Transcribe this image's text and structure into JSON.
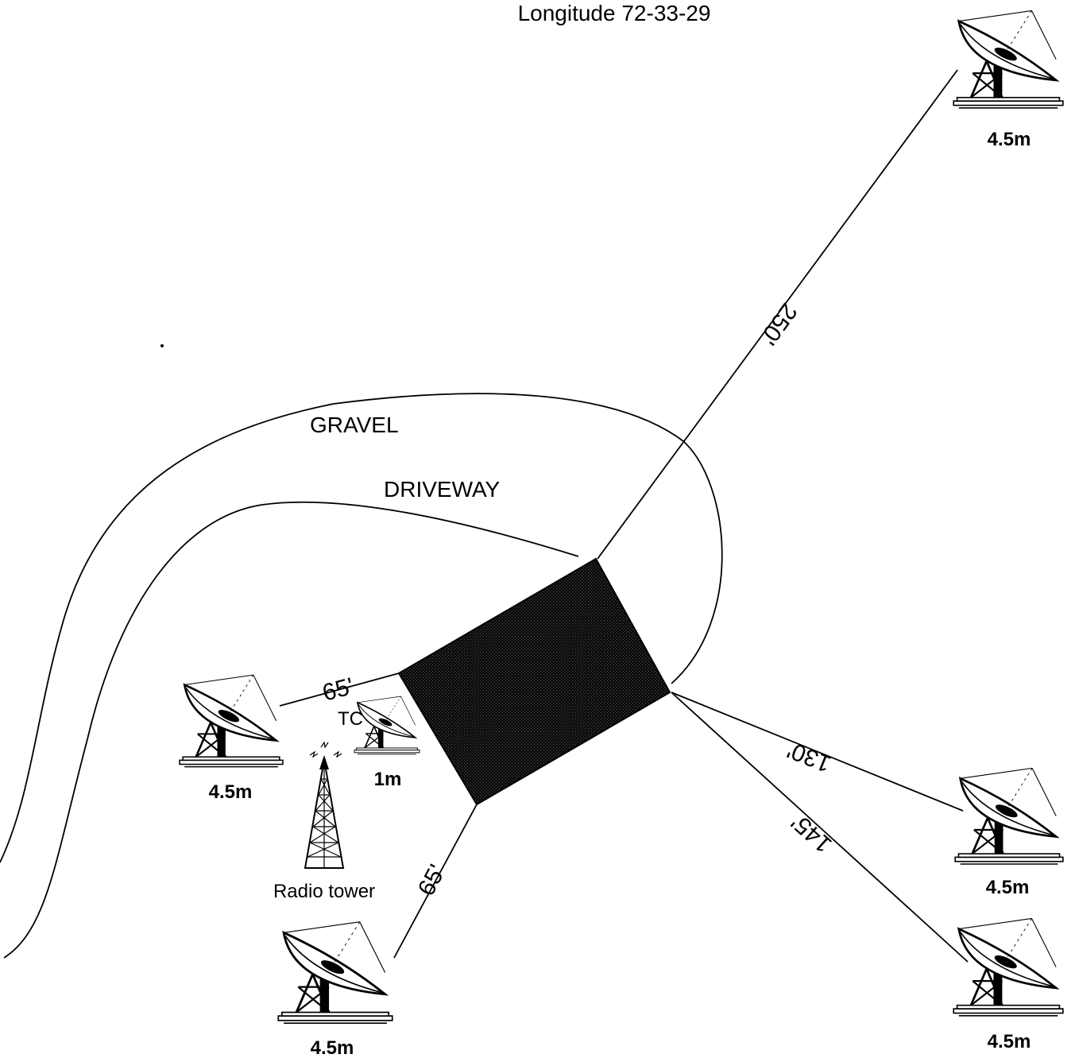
{
  "header": {
    "longitude": "Longitude 72-33-29"
  },
  "driveway": {
    "gravel": "GRAVEL",
    "driveway": "DRIVEWAY"
  },
  "building": {
    "fill": "#111111"
  },
  "dimensions": {
    "ne": "250'",
    "west": "65'",
    "south": "65'",
    "east": "130'",
    "se": "145'"
  },
  "antennas": {
    "ne": "4.5m",
    "west": "4.5m",
    "small": "1m",
    "small_partial": "TC",
    "south": "4.5m",
    "east": "4.5m",
    "se": "4.5m"
  },
  "tower": {
    "label": "Radio tower"
  }
}
